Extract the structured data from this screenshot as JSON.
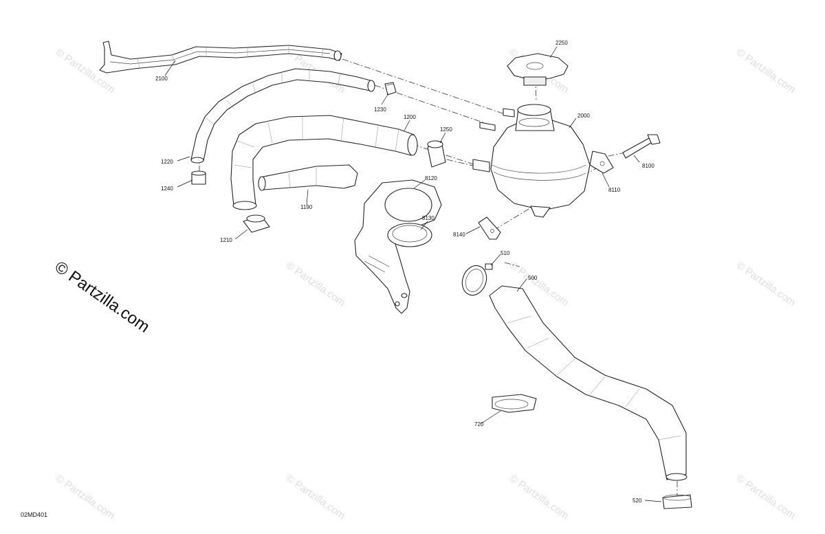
{
  "watermark": {
    "text": "© Partzilla.com"
  },
  "diagram_code": "02MD401",
  "callouts": {
    "p2100": "2100",
    "p1230": "1230",
    "p1200": "1200",
    "p1250": "1250",
    "p2250": "2250",
    "p2000": "2000",
    "p1220": "1220",
    "p1240": "1240",
    "p1190": "1190",
    "p1210": "1210",
    "p8120": "8120",
    "p8130": "8130",
    "p8140": "8140",
    "p8110": "8110",
    "p8100": "8100",
    "p510": "510",
    "p500": "500",
    "p720": "720",
    "p520": "520"
  }
}
